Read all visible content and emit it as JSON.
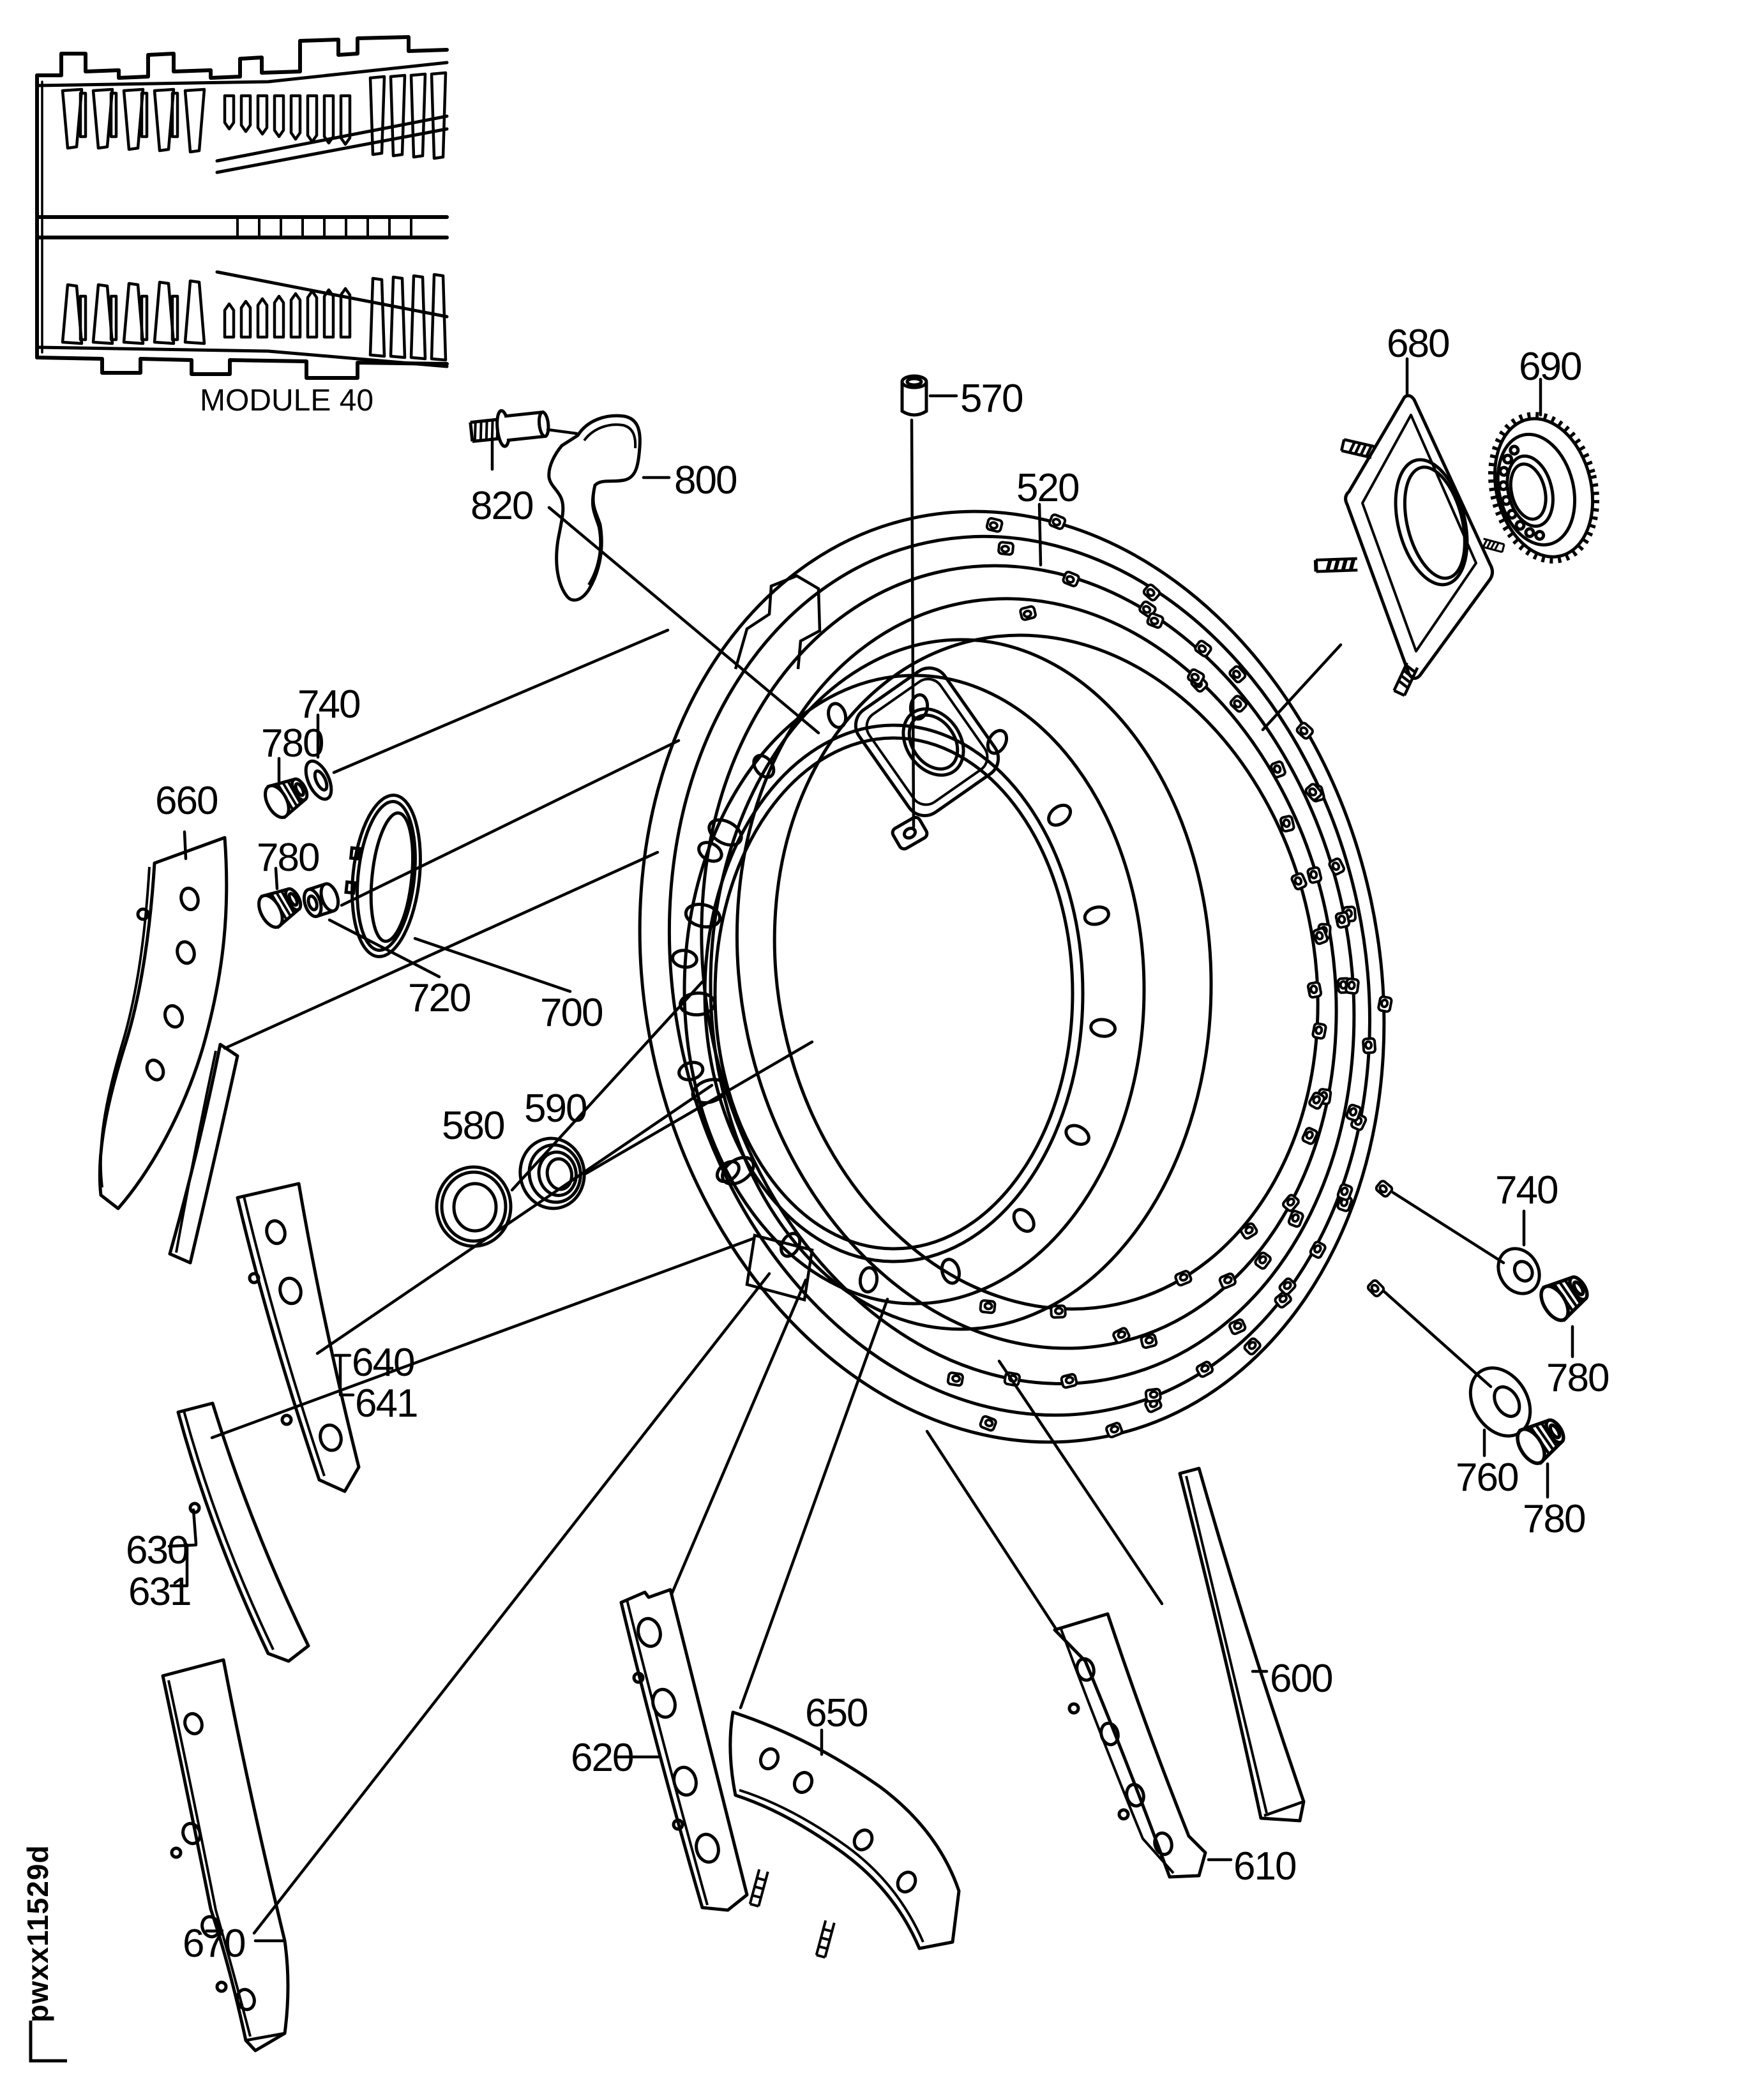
{
  "figure": {
    "type": "exploded-parts-diagram",
    "subject": "turbine case module",
    "module_label": "MODULE 40",
    "stamp": "pwxx11529d",
    "background_color": "#ffffff",
    "line_color": "#000000"
  },
  "labels": [
    {
      "id": "module-40",
      "text": "MODULE 40"
    },
    {
      "id": "820",
      "text": "820"
    },
    {
      "id": "800",
      "text": "800"
    },
    {
      "id": "570",
      "text": "570"
    },
    {
      "id": "520",
      "text": "520"
    },
    {
      "id": "680",
      "text": "680"
    },
    {
      "id": "690",
      "text": "690"
    },
    {
      "id": "740-left",
      "text": "740"
    },
    {
      "id": "780-left-1",
      "text": "780"
    },
    {
      "id": "660",
      "text": "660"
    },
    {
      "id": "780-left-2",
      "text": "780"
    },
    {
      "id": "720",
      "text": "720"
    },
    {
      "id": "700",
      "text": "700"
    },
    {
      "id": "580",
      "text": "580"
    },
    {
      "id": "590",
      "text": "590"
    },
    {
      "id": "640",
      "text": "640"
    },
    {
      "id": "641",
      "text": "641"
    },
    {
      "id": "630",
      "text": "630"
    },
    {
      "id": "631",
      "text": "631"
    },
    {
      "id": "670",
      "text": "670"
    },
    {
      "id": "620",
      "text": "620"
    },
    {
      "id": "650",
      "text": "650"
    },
    {
      "id": "600",
      "text": "600"
    },
    {
      "id": "610",
      "text": "610"
    },
    {
      "id": "740-right",
      "text": "740"
    },
    {
      "id": "780-right-1",
      "text": "780"
    },
    {
      "id": "760",
      "text": "760"
    },
    {
      "id": "780-right-2",
      "text": "780"
    },
    {
      "id": "stamp",
      "text": "pwxx11529d"
    }
  ]
}
